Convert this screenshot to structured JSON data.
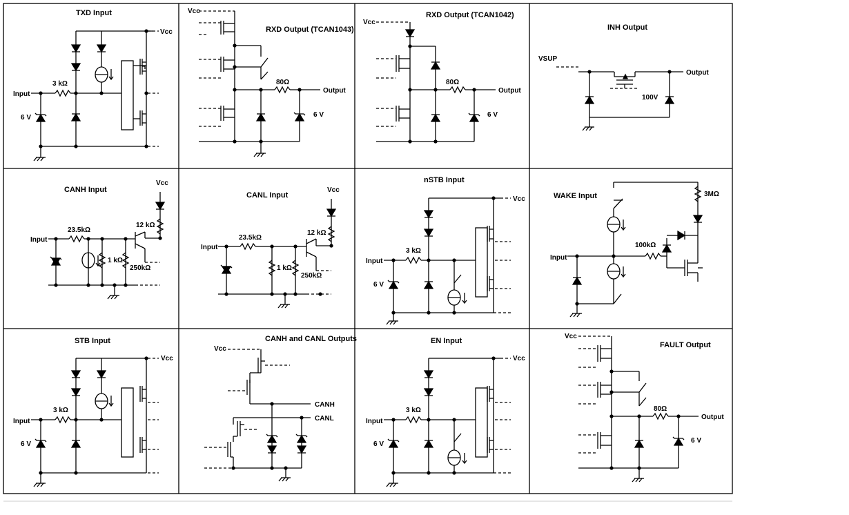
{
  "cells": [
    {
      "title": "TXD Input",
      "labels": {
        "vcc": "Vcc",
        "r": "3 kΩ",
        "input": "Input",
        "z": "6 V"
      }
    },
    {
      "title": "RXD Output (TCAN1043)",
      "labels": {
        "vcc": "Vcc",
        "r": "80Ω",
        "output": "Output",
        "z": "6 V"
      }
    },
    {
      "title": "RXD Output (TCAN1042)",
      "labels": {
        "vcc": "Vcc",
        "r": "80Ω",
        "output": "Output",
        "z": "6 V"
      }
    },
    {
      "title": "INH Output",
      "labels": {
        "vsup": "VSUP",
        "output": "Output",
        "z": "100V"
      }
    },
    {
      "title": "CANH Input",
      "labels": {
        "vcc": "Vcc",
        "r1": "23.5kΩ",
        "input": "Input",
        "r2": "1 kΩ",
        "r3": "12 kΩ",
        "r4": "250kΩ"
      }
    },
    {
      "title": "CANL Input",
      "labels": {
        "vcc": "Vcc",
        "r1": "23.5kΩ",
        "input": "Input",
        "r2": "1 kΩ",
        "r3": "12 kΩ",
        "r4": "250kΩ"
      }
    },
    {
      "title": "nSTB Input",
      "labels": {
        "vcc": "Vcc",
        "r": "3 kΩ",
        "input": "Input",
        "z": "6 V"
      }
    },
    {
      "title": "WAKE Input",
      "labels": {
        "r1": "3MΩ",
        "r2": "100kΩ",
        "input": "Input"
      }
    },
    {
      "title": "STB Input",
      "labels": {
        "vcc": "Vcc",
        "r": "3 kΩ",
        "input": "Input",
        "z": "6 V"
      }
    },
    {
      "title": "CANH and CANL Outputs",
      "labels": {
        "vcc": "Vcc",
        "canh": "CANH",
        "canl": "CANL"
      }
    },
    {
      "title": "EN Input",
      "labels": {
        "vcc": "Vcc",
        "r": "3 kΩ",
        "input": "Input",
        "z": "6 V"
      }
    },
    {
      "title": "FAULT Output",
      "labels": {
        "vcc": "Vcc",
        "r": "80Ω",
        "output": "Output",
        "z": "6 V"
      }
    }
  ]
}
